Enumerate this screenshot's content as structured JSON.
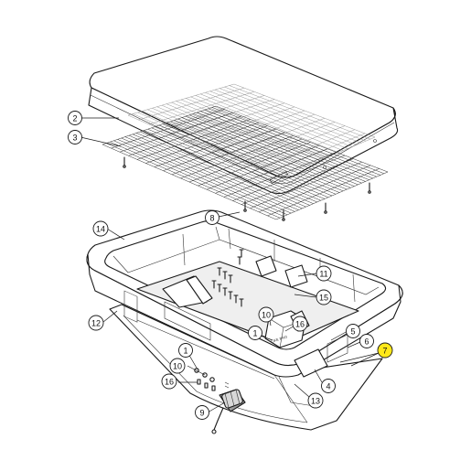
{
  "callouts": [
    {
      "id": "2",
      "label": "2"
    },
    {
      "id": "3",
      "label": "3"
    },
    {
      "id": "14",
      "label": "14"
    },
    {
      "id": "8",
      "label": "8"
    },
    {
      "id": "11",
      "label": "11"
    },
    {
      "id": "15",
      "label": "15"
    },
    {
      "id": "12",
      "label": "12"
    },
    {
      "id": "10a",
      "label": "10"
    },
    {
      "id": "16a",
      "label": "16"
    },
    {
      "id": "1a",
      "label": "1"
    },
    {
      "id": "5",
      "label": "5"
    },
    {
      "id": "6",
      "label": "6"
    },
    {
      "id": "7",
      "label": "7",
      "highlight": true
    },
    {
      "id": "1b",
      "label": "1"
    },
    {
      "id": "10b",
      "label": "10"
    },
    {
      "id": "16b",
      "label": "16"
    },
    {
      "id": "4",
      "label": "4"
    },
    {
      "id": "13",
      "label": "13"
    },
    {
      "id": "9",
      "label": "9"
    }
  ],
  "decal_text": "LIFE PRO",
  "colors": {
    "line": "#1a1a1a",
    "highlight": "#ffe81a",
    "background": "#ffffff"
  }
}
